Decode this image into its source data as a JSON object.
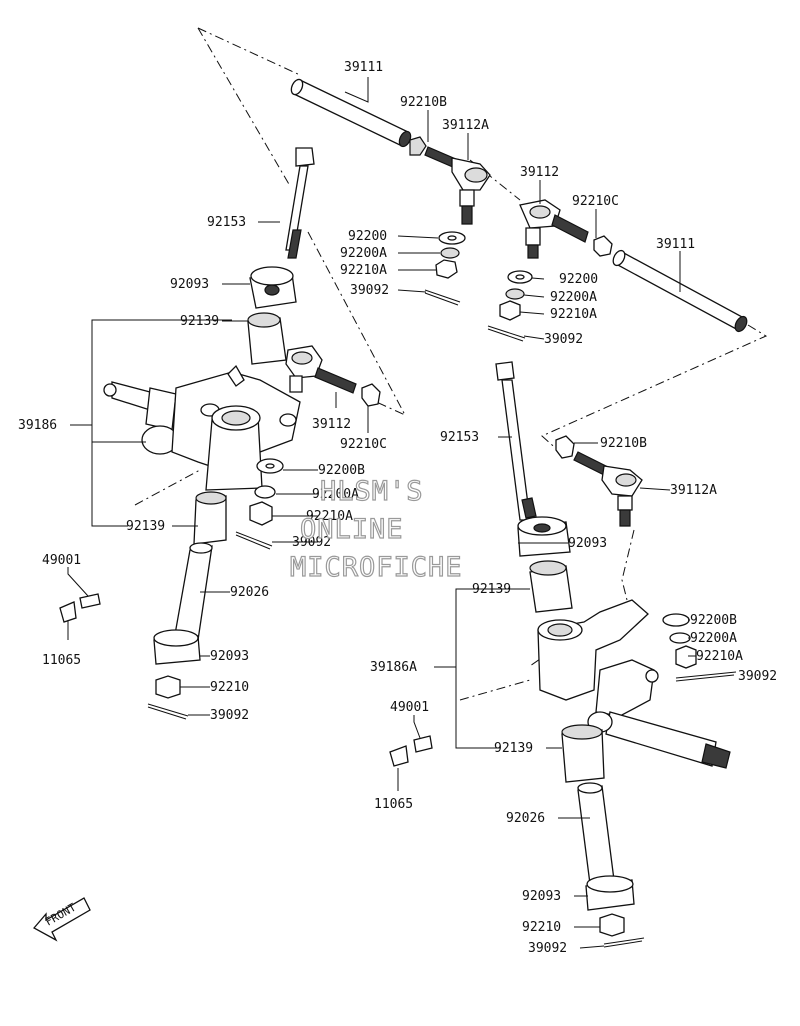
{
  "labels": {
    "l39111_top": "39111",
    "l92210B_top": "92210B",
    "l39112A_top": "39112A",
    "l39112_right": "39112",
    "l92210C_right": "92210C",
    "l39111_right": "39111",
    "l92153_left": "92153",
    "l92200_mid": "92200",
    "l92200A_mid": "92200A",
    "l92210A_mid": "92210A",
    "l39092_mid": "39092",
    "l92200_right": "92200",
    "l92200A_right": "92200A",
    "l92210A_right": "92210A",
    "l39092_right": "39092",
    "l92093_left": "92093",
    "l92139_left_top": "92139",
    "l39186": "39186",
    "l39112_left": "39112",
    "l92210C_left": "92210C",
    "l92200B_left": "92200B",
    "l92200A_left": "92200A",
    "l92210A_left": "92210A",
    "l92139_left_bot": "92139",
    "l39092_left": "39092",
    "l49001_left": "49001",
    "l92026_left": "92026",
    "l11065_left": "11065",
    "l92093_left_bot": "92093",
    "l92210_left": "92210",
    "l39092_left_bot": "39092",
    "l92153_right": "92153",
    "l92210B_right": "92210B",
    "l39112A_right": "39112A",
    "l92093_right": "92093",
    "l92139_right_top": "92139",
    "l92200B_right": "92200B",
    "l92200A_right2": "92200A",
    "l92210A_right2": "92210A",
    "l39092_right2": "39092",
    "l39186A": "39186A",
    "l49001_right": "49001",
    "l92139_right_bot": "92139",
    "l11065_right": "11065",
    "l92026_right": "92026",
    "l92093_right_bot": "92093",
    "l92210_right": "92210",
    "l39092_right_bot": "39092"
  },
  "watermark": {
    "line1": "HLSM'S",
    "line2": "ONLINE",
    "line3": "MICROFICHE"
  },
  "front_arrow": {
    "label": "FRONT"
  }
}
